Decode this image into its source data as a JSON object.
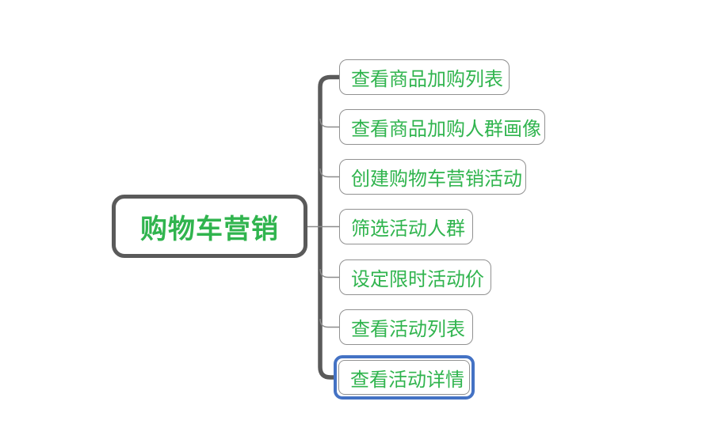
{
  "diagram": {
    "type": "mindmap",
    "root": {
      "label": "购物车营销"
    },
    "children": [
      {
        "label": "查看商品加购列表",
        "selected": false
      },
      {
        "label": "查看商品加购人群画像",
        "selected": false
      },
      {
        "label": "创建购物车营销活动",
        "selected": false
      },
      {
        "label": "筛选活动人群",
        "selected": false
      },
      {
        "label": "设定限时活动价",
        "selected": false
      },
      {
        "label": "查看活动列表",
        "selected": false
      },
      {
        "label": "查看活动详情",
        "selected": true
      }
    ]
  },
  "palette": {
    "node_text_green": "#30b44e",
    "root_border_gray": "#5a5a5a",
    "trunk_gray": "#5a5a5a",
    "branch_gray": "#8c8c8c",
    "child_border_gray": "#919191",
    "selection_blue": "#4472c4",
    "background": "#ffffff"
  }
}
